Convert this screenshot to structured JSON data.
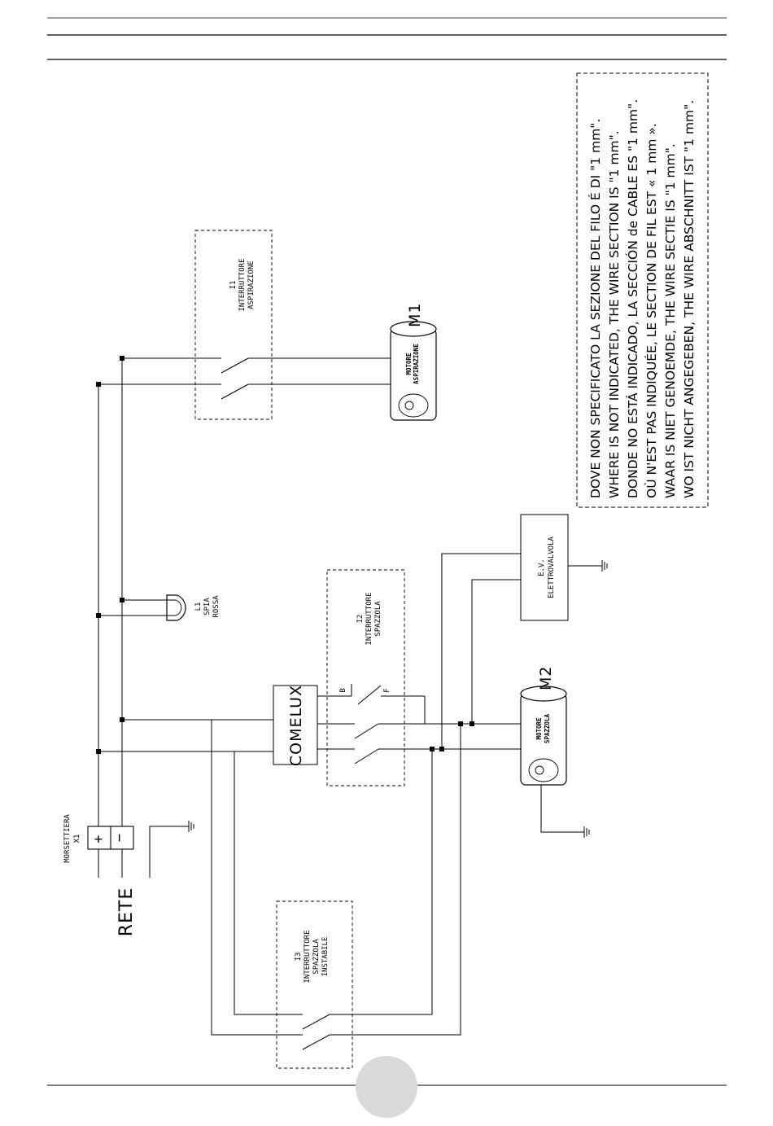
{
  "note": {
    "lines": [
      "DOVE NON SPECIFICATO LA SEZIONE DEL FILO É DI \"1 mm\".",
      "WHERE IS NOT INDICATED, THE WIRE SECTION IS \"1 mm\".",
      "DONDE NO ESTÁ INDICADO, LA SECCIÓN de CABLE ES \"1 mm\".",
      "OÙ N'EST PAS INDIQUÉE, LE SECTION DE FIL EST « 1 mm ».",
      "WAAR IS NIET GENOEMDE, THE WIRE SECTIE IS \"1 mm\".",
      "WO IST NICHT ANGEGEBEN, THE WIRE ABSCHNITT IST \"1 mm\"."
    ]
  },
  "components": {
    "i1": {
      "line1": "I1",
      "line2": "INTERRUTTORE",
      "line3": "ASPIRAZIONE"
    },
    "m1": {
      "ref": "M1",
      "line1": "MOTORE",
      "line2": "ASPIRAZIONE"
    },
    "l1": {
      "line1": "L1",
      "line2": "SPIA",
      "line3": "ROSSA"
    },
    "i2": {
      "line1": "I2",
      "line2": "INTERRUTTORE",
      "line3": "SPAZZOLA",
      "pin_b": "B",
      "pin_f": "F"
    },
    "ev": {
      "line1": "E.V.",
      "line2": "ELETTROVALVOLA"
    },
    "m2": {
      "ref": "M2",
      "line1": "MOTORE",
      "line2": "SPAZZOLA"
    },
    "comelux": {
      "label": "COMELUX"
    },
    "x1": {
      "line1": "MORSETTIERA",
      "line2": "X1",
      "plus": "+",
      "minus": "−"
    },
    "rete": {
      "label": "RETE"
    },
    "i3": {
      "line1": "I3",
      "line2": "INTERRUTTORE",
      "line3": "SPAZZOLA",
      "line4": "INSTABILE"
    }
  },
  "colors": {
    "ink": "#000000",
    "page_circle": "#d9d9d9"
  }
}
